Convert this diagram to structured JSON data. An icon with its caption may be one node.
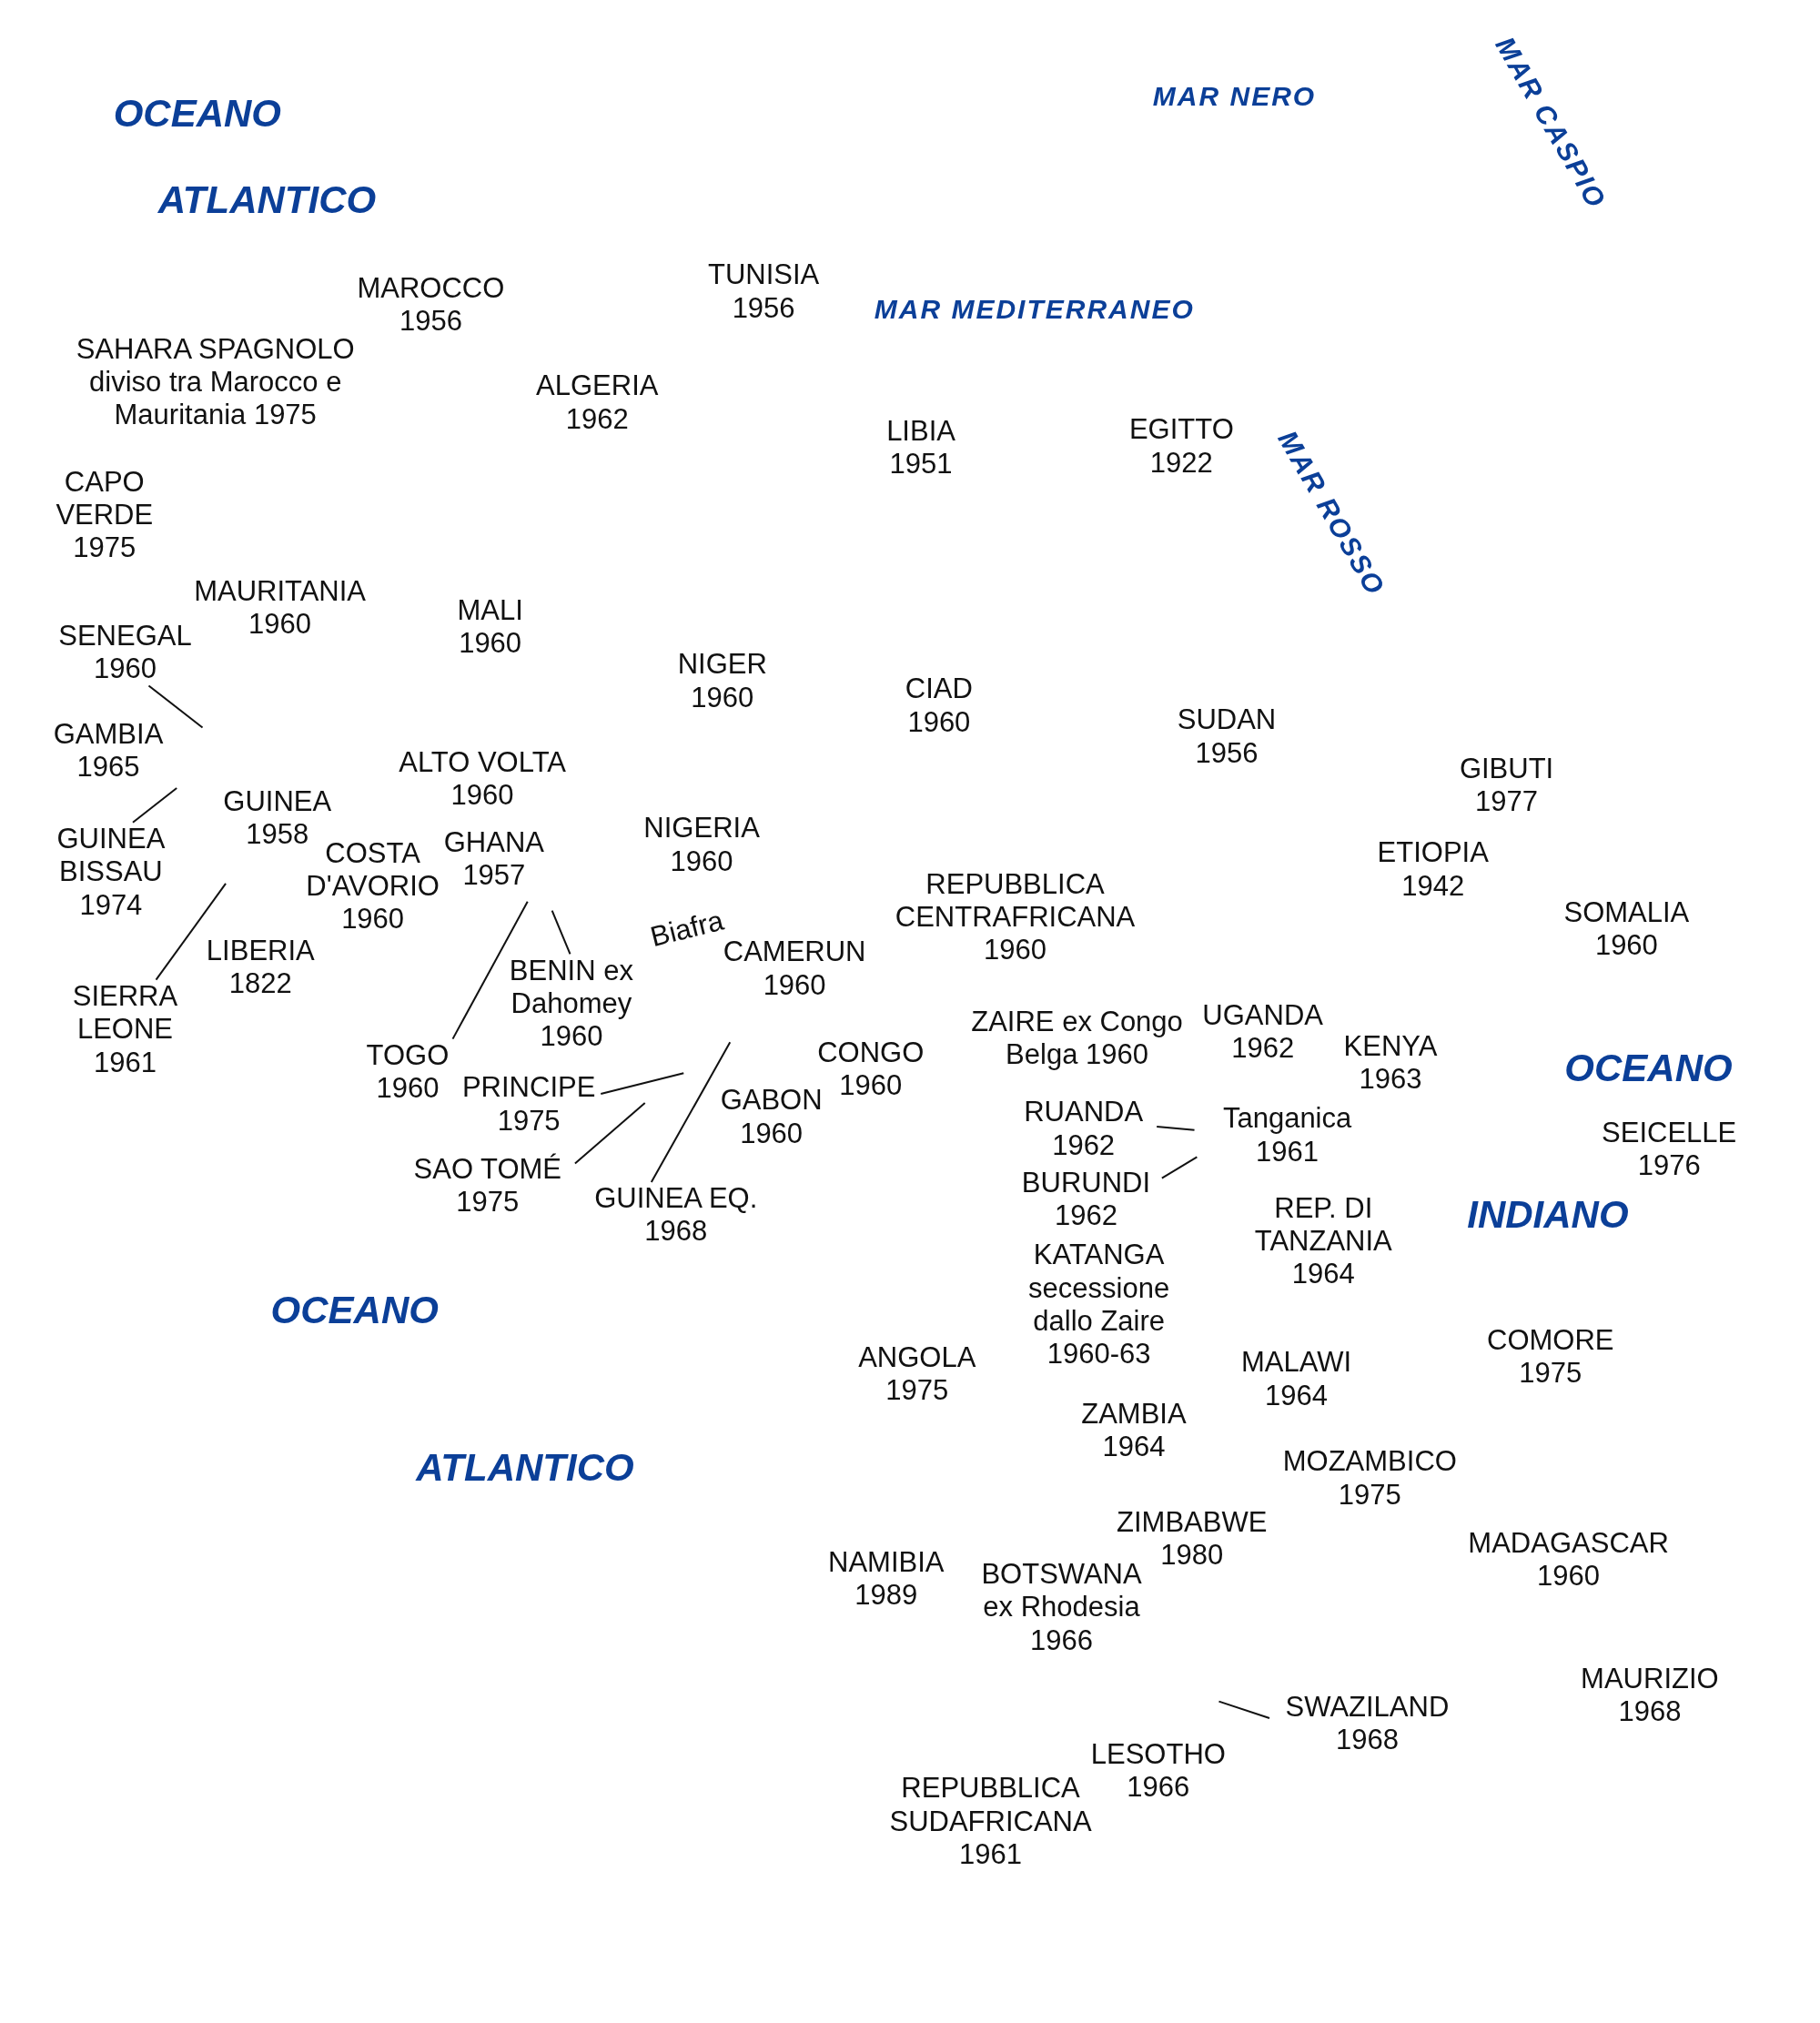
{
  "diagram": {
    "nodes": [
      {
        "text": [
          "SENEGAL 1960"
        ]
      },
      {
        "text": [
          "GUINEA BISSAU 1974"
        ]
      },
      {
        "text": [
          "SIERRA LEONE 1961"
        ]
      },
      {
        "text": [
          "BENIN ex Dahomey 1960"
        ]
      },
      {
        "text": [
          "TOGO 1960"
        ]
      },
      {
        "text": [
          "PRINCIPE 1975"
        ]
      },
      {
        "text": [
          "RUANDA 1962"
        ]
      },
      {
        "text": [
          "BURUNDI 1962"
        ]
      },
      {
        "text": [
          "SAO TOMÉ 1975"
        ]
      },
      {
        "text": [
          "GUINEA EQ. 1968"
        ]
      },
      {
        "text": [
          "SWAZILAND 1968"
        ]
      }
    ],
    "edges": [
      {
        "from": 0,
        "to": null,
        "arrow": "none"
      },
      {
        "from": 1,
        "to": null,
        "arrow": "none"
      },
      {
        "from": 2,
        "to": null,
        "arrow": "none"
      },
      {
        "from": 3,
        "to": null,
        "arrow": "none"
      },
      {
        "from": 4,
        "to": null,
        "arrow": "none"
      },
      {
        "from": 5,
        "to": null,
        "arrow": "none"
      },
      {
        "from": 6,
        "to": null,
        "arrow": "none"
      },
      {
        "from": 7,
        "to": null,
        "arrow": "none"
      },
      {
        "from": 8,
        "to": null,
        "arrow": "none"
      },
      {
        "from": 9,
        "to": null,
        "arrow": "none"
      },
      {
        "from": 10,
        "to": null,
        "arrow": "none"
      }
    ],
    "labels": [
      "OCEANO",
      "MAR NERO",
      "MAR CASPIO",
      "ATLANTICO",
      "TUNISIA 1956",
      "MAROCCO 1956",
      "MAR MEDITERRANEO",
      "SAHARA SPAGNOLO diviso tra Marocco e Mauritania 1975",
      "ALGERIA 1962",
      "LIBIA 1951",
      "EGITTO 1922",
      "MAR ROSSO",
      "CAPO VERDE 1975",
      "MAURITANIA 1960",
      "MALI 1960",
      "NIGER 1960",
      "CIAD 1960",
      "SUDAN 1956",
      "GAMBIA 1965",
      "ALTO VOLTA 1960",
      "GIBUTI 1977",
      "GUINEA 1958",
      "NIGERIA 1960",
      "COSTA D'AVORIO 1960",
      "GHANA 1957",
      "ETIOPIA 1942",
      "REPUBBLICA CENTRAFRICANA 1960",
      "SOMALIA 1960",
      "Biafra",
      "LIBERIA 1822",
      "CAMERUN 1960",
      "ZAIRE ex Congo Belga 1960",
      "UGANDA 1962",
      "KENYA 1963",
      "CONGO 1960",
      "OCEANO",
      "GABON 1960",
      "Tanganica 1961",
      "SEICELLE 1976",
      "INDIANO",
      "REP. DI TANZANIA 1964",
      "OCEANO",
      "KATANGA secessione dallo Zaire 1960-63",
      "COMORE 1975",
      "ANGOLA 1975",
      "MALAWI 1964",
      "ZAMBIA 1964",
      "ATLANTICO",
      "MOZAMBICO 1975",
      "ZIMBABWE 1980",
      "MADAGASCAR 1960",
      "NAMIBIA 1989",
      "BOTSWANA ex Rhodesia 1966",
      "MAURIZIO 1968",
      "LESOTHO 1966",
      "REPUBBLICA SUDAFRICANA 1961"
    ]
  }
}
